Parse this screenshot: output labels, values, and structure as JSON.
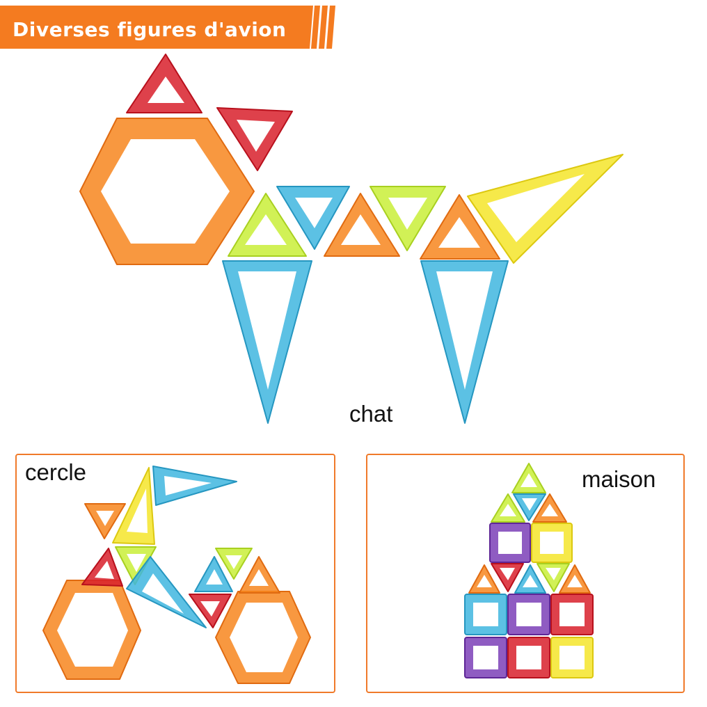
{
  "banner": {
    "title": "Diverses figures d'avion"
  },
  "scenes": {
    "cat": {
      "label": "chat"
    },
    "circle": {
      "label": "cercle"
    },
    "house": {
      "label": "maison"
    }
  },
  "colors": {
    "banner": "#f47b20",
    "panel_border": "#f07a2a",
    "red": "#d8202c",
    "orange": "#f7861e",
    "yellow": "#f5e52a",
    "lime": "#c9ef38",
    "blue": "#3fb6df",
    "purple": "#7b3fb7"
  }
}
